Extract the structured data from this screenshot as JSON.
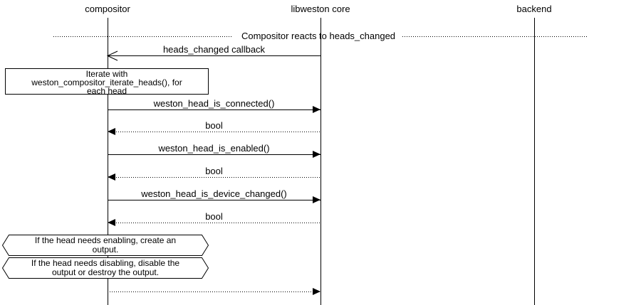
{
  "diagram": {
    "participants": [
      {
        "name": "compositor"
      },
      {
        "name": "libweston core"
      },
      {
        "name": "backend"
      }
    ],
    "divider": {
      "label": "Compositor reacts to heads_changed"
    },
    "note": {
      "lines": [
        "Iterate with",
        "weston_compositor_iterate_heads(), for",
        "each head"
      ]
    },
    "messages": [
      {
        "label": "heads_changed callback",
        "from": "libweston core",
        "to": "compositor",
        "line": "solid",
        "arrowhead": "open"
      },
      {
        "label": "weston_head_is_connected()",
        "from": "compositor",
        "to": "libweston core",
        "line": "solid",
        "arrowhead": "filled"
      },
      {
        "label": "bool",
        "from": "libweston core",
        "to": "compositor",
        "line": "dotted",
        "arrowhead": "filled"
      },
      {
        "label": "weston_head_is_enabled()",
        "from": "compositor",
        "to": "libweston core",
        "line": "solid",
        "arrowhead": "filled"
      },
      {
        "label": "bool",
        "from": "libweston core",
        "to": "compositor",
        "line": "dotted",
        "arrowhead": "filled"
      },
      {
        "label": "weston_head_is_device_changed()",
        "from": "compositor",
        "to": "libweston core",
        "line": "solid",
        "arrowhead": "filled"
      },
      {
        "label": "bool",
        "from": "libweston core",
        "to": "compositor",
        "line": "dotted",
        "arrowhead": "filled"
      },
      {
        "label": "",
        "from": "compositor",
        "to": "libweston core",
        "line": "dotted",
        "arrowhead": "filled"
      }
    ],
    "conditions": [
      {
        "lines": [
          "If the head needs enabling, create an",
          "output."
        ]
      },
      {
        "lines": [
          "If the head needs disabling, disable the",
          "output or destroy the output."
        ]
      }
    ],
    "colors": {
      "background": "#ffffff",
      "line": "#000000",
      "text": "#000000"
    }
  }
}
